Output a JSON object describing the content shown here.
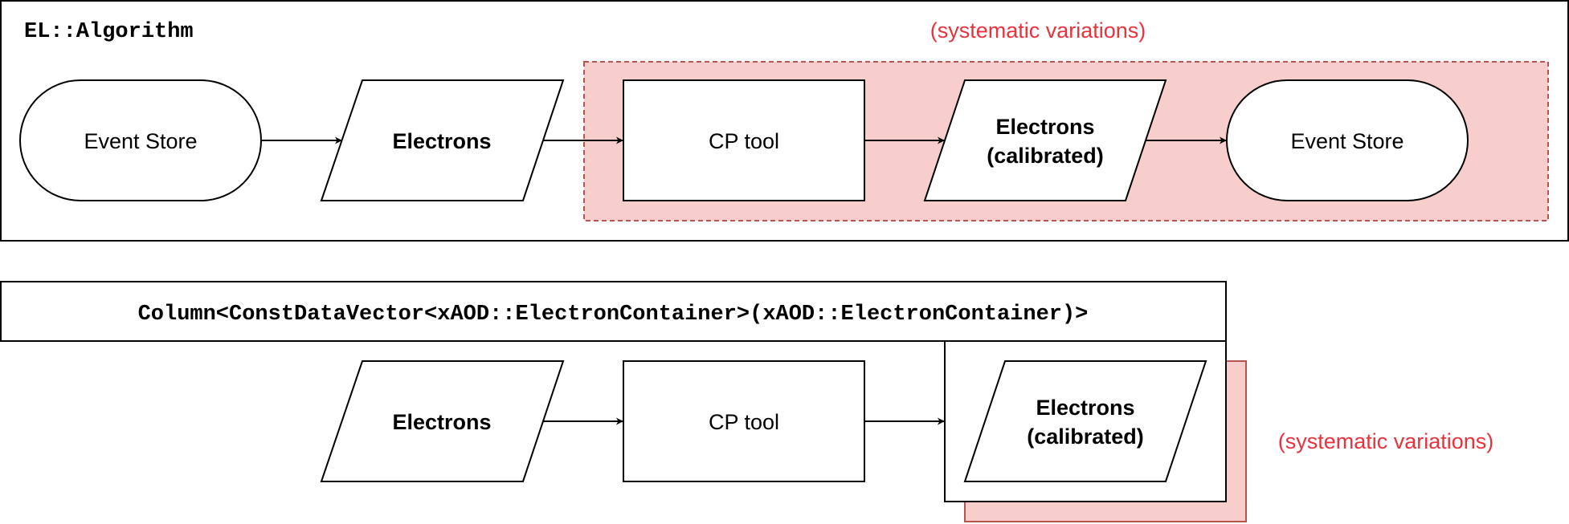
{
  "top": {
    "title": "EL::Algorithm",
    "systematic_label": "(systematic variations)",
    "nodes": {
      "event_store_in": "Event Store",
      "electrons": "Electrons",
      "cp_tool": "CP tool",
      "electrons_calibrated_line1": "Electrons",
      "electrons_calibrated_line2": "(calibrated)",
      "event_store_out": "Event Store"
    }
  },
  "bottom": {
    "title": "Column<ConstDataVector<xAOD::ElectronContainer>(xAOD::ElectronContainer)>",
    "systematic_label": "(systematic variations)",
    "nodes": {
      "electrons": "Electrons",
      "cp_tool": "CP tool",
      "electrons_calibrated_line1": "Electrons",
      "electrons_calibrated_line2": "(calibrated)"
    }
  },
  "colors": {
    "highlight_fill": "#f8cecc",
    "highlight_stroke": "#b85450",
    "accent_text": "#e8323c"
  }
}
